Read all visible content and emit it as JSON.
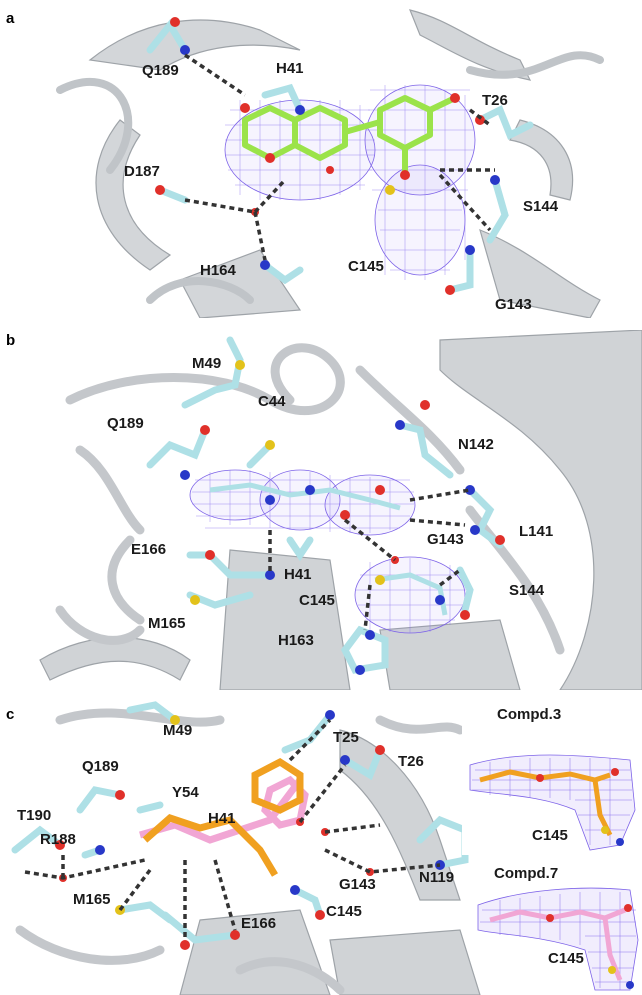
{
  "panels": {
    "a": {
      "label": "a",
      "residues": {
        "q189": "Q189",
        "h41": "H41",
        "t26": "T26",
        "d187": "D187",
        "s144": "S144",
        "h164": "H164",
        "c145": "C145",
        "g143": "G143"
      }
    },
    "b": {
      "label": "b",
      "residues": {
        "m49": "M49",
        "c44": "C44",
        "q189": "Q189",
        "n142": "N142",
        "l141": "L141",
        "e166": "E166",
        "g143": "G143",
        "h41": "H41",
        "s144": "S144",
        "c145": "C145",
        "m165": "M165",
        "h163": "H163"
      }
    },
    "c": {
      "label": "c",
      "residues": {
        "m49": "M49",
        "t25": "T25",
        "q189": "Q189",
        "t26": "T26",
        "y54": "Y54",
        "t190": "T190",
        "h41": "H41",
        "r188": "R188",
        "n119": "N119",
        "g143": "G143",
        "m165": "M165",
        "c145": "C145",
        "e166": "E166"
      },
      "insets": [
        {
          "title": "Compd.3",
          "residue": "C145"
        },
        {
          "title": "Compd.7",
          "residue": "C145"
        }
      ]
    }
  },
  "colors": {
    "protein": "#c9ccd0",
    "protein_dark": "#8e9398",
    "carbon": "#aee0e6",
    "oxygen": "#e0302a",
    "nitrogen": "#2838c8",
    "sulfur": "#e3c21a",
    "ligand_a": "#9be34a",
    "mesh": "#7d63e8",
    "ligand_orange": "#f0a020",
    "ligand_pink": "#f1a6d4"
  }
}
